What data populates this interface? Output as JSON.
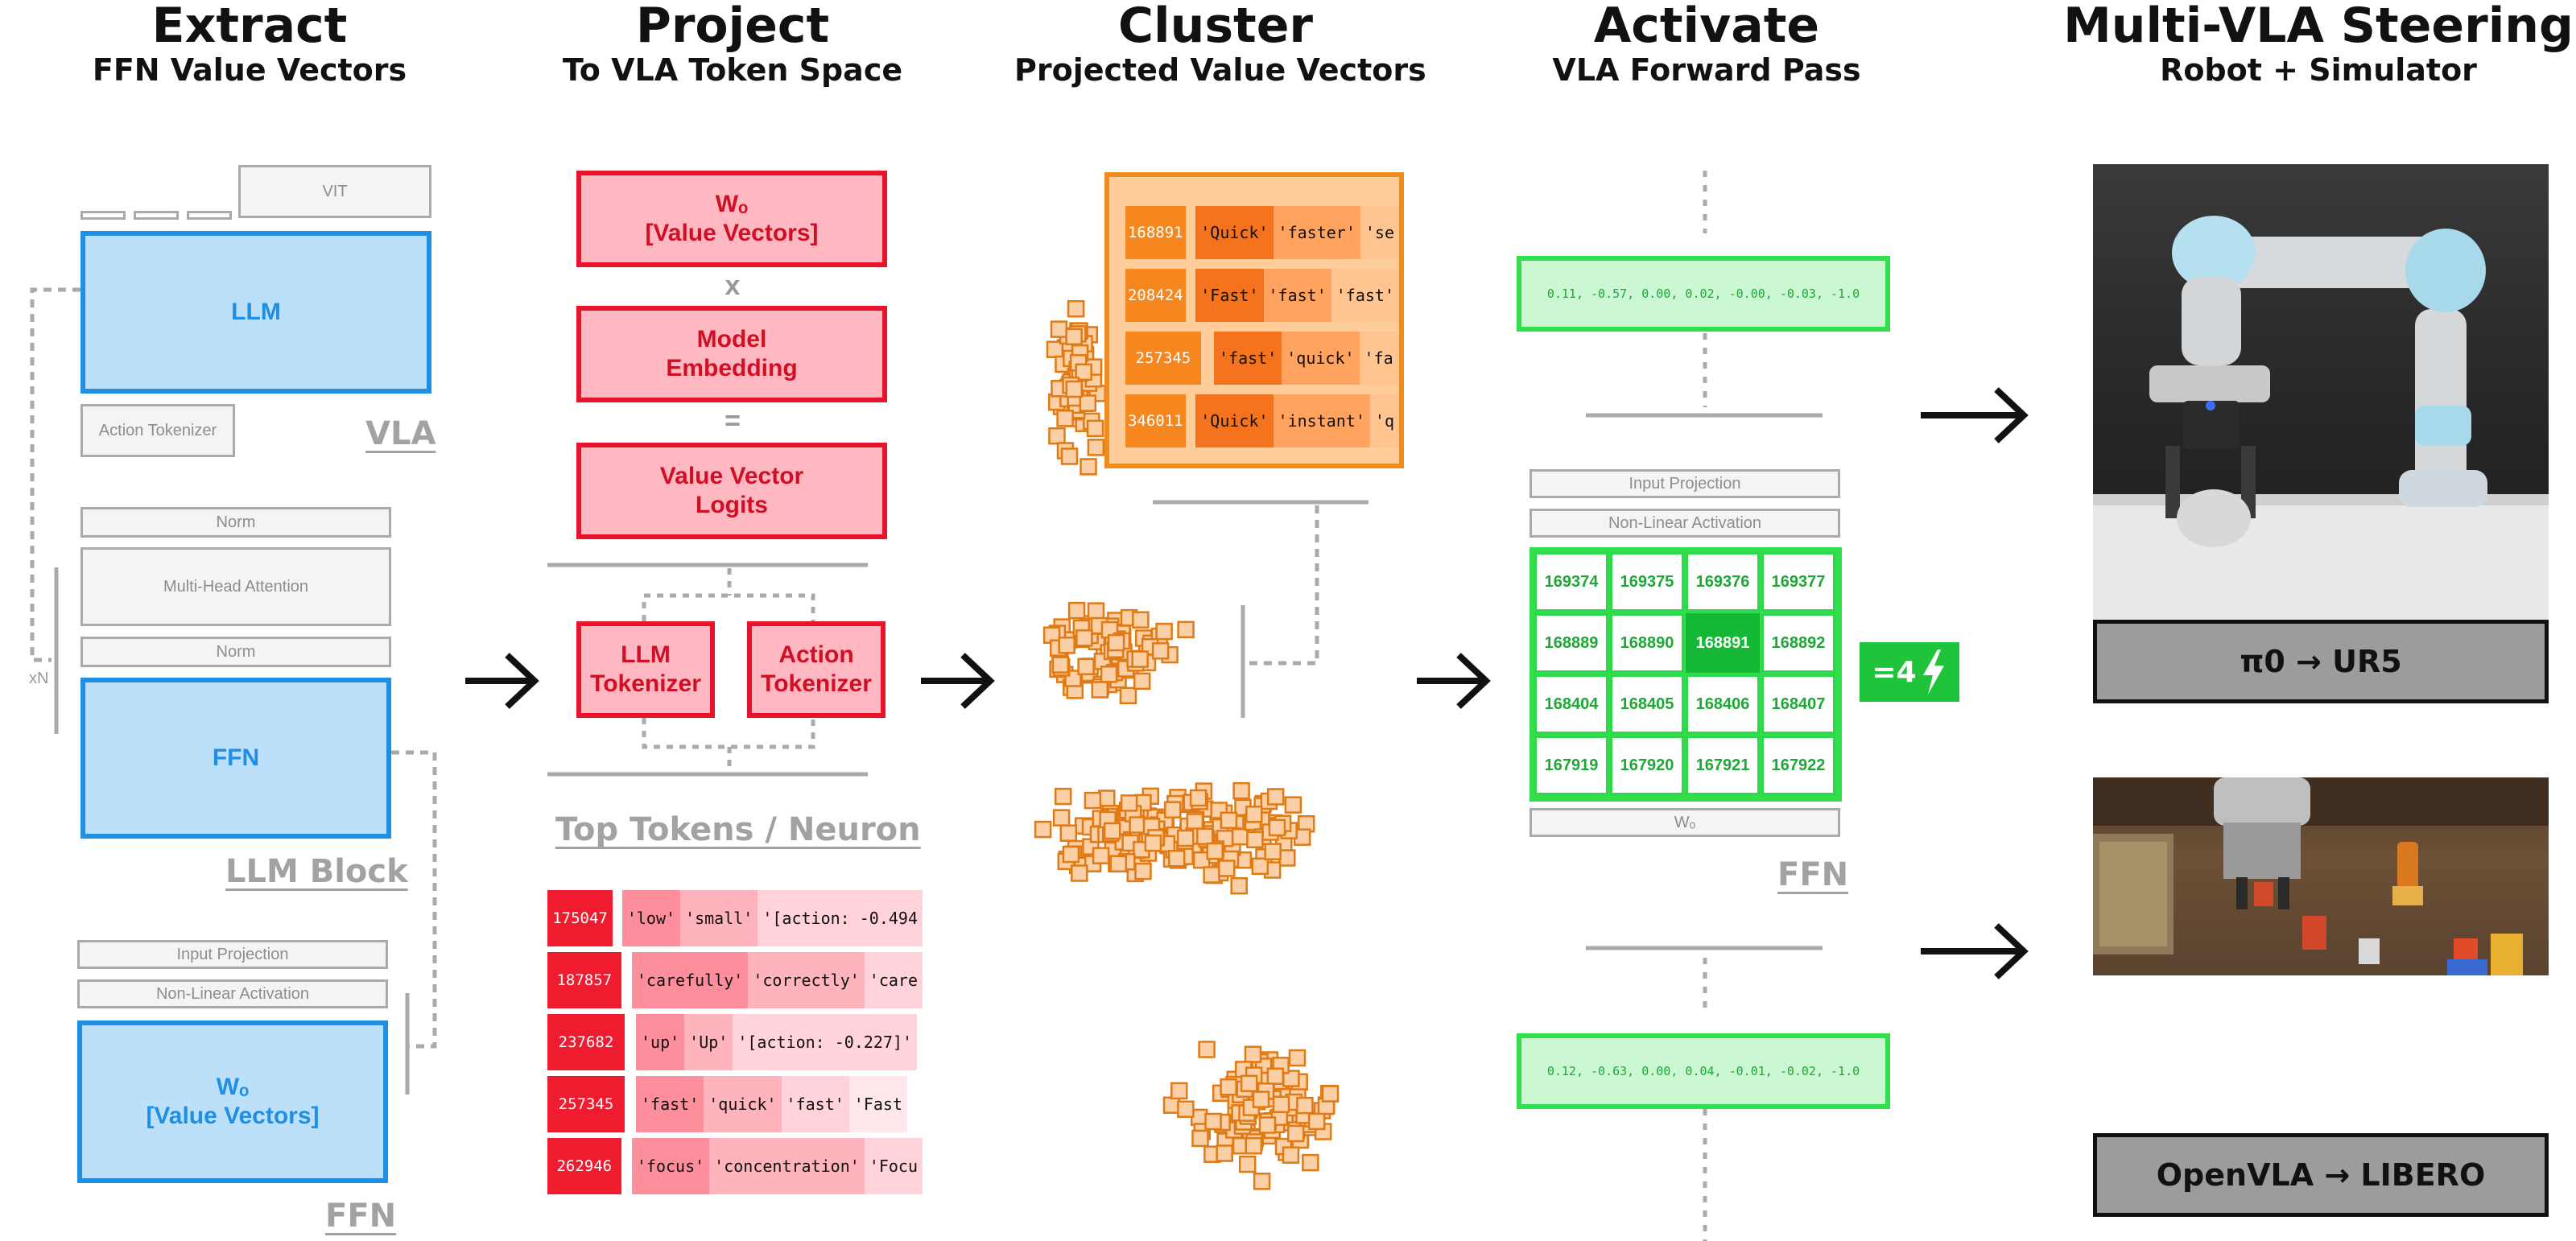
{
  "stages": [
    {
      "title": "Extract",
      "subtitle": "FFN Value Vectors"
    },
    {
      "title": "Project",
      "subtitle": "To VLA Token Space"
    },
    {
      "title": "Cluster",
      "subtitle": "Projected Value Vectors"
    },
    {
      "title": "Activate",
      "subtitle": "VLA Forward Pass"
    },
    {
      "title": "Multi-VLA Steering",
      "subtitle": "Robot + Simulator"
    }
  ],
  "extract": {
    "vit": "VIT",
    "llm": "LLM",
    "action_tokenizer": "Action Tokenizer",
    "vla_label": "VLA",
    "norm_top": "Norm",
    "mha": "Multi-Head Attention",
    "norm_bottom": "Norm",
    "xn": "xN",
    "ffn": "FFN",
    "llm_block_label": "LLM Block",
    "input_projection": "Input Projection",
    "nonlinear": "Non-Linear Activation",
    "wo_line1": "Wₒ",
    "wo_line2": "[Value Vectors]",
    "ffn_label": "FFN"
  },
  "project": {
    "wo_line1": "Wₒ",
    "wo_line2": "[Value Vectors]",
    "times": "x",
    "embed_line1": "Model",
    "embed_line2": "Embedding",
    "equals": "=",
    "logits_line1": "Value Vector",
    "logits_line2": "Logits",
    "llm_tok_line1": "LLM",
    "llm_tok_line2": "Tokenizer",
    "act_tok_line1": "Action",
    "act_tok_line2": "Tokenizer",
    "top_tokens_title": "Top Tokens / Neuron",
    "top_tokens": [
      {
        "id": "175047",
        "tokens": [
          "'low'",
          "'small'",
          "'[action: -0.494"
        ]
      },
      {
        "id": "187857",
        "tokens": [
          "'carefully'",
          "'correctly'",
          "'care"
        ]
      },
      {
        "id": "237682",
        "tokens": [
          "'up'",
          "'Up'",
          "'[action: -0.227]'"
        ]
      },
      {
        "id": "257345",
        "tokens": [
          "'fast'",
          "'quick'",
          "'fast'",
          "'Fast"
        ]
      },
      {
        "id": "262946",
        "tokens": [
          "'focus'",
          "'concentration'",
          "'Focu"
        ]
      }
    ]
  },
  "cluster": {
    "rows": [
      {
        "id": "168891",
        "tokens": [
          "'Quick'",
          "'faster'",
          "'se"
        ]
      },
      {
        "id": "208424",
        "tokens": [
          "'Fast'",
          "'fast'",
          "'fast'"
        ]
      },
      {
        "id": "257345",
        "tokens": [
          "'fast'",
          "'quick'",
          "'fa"
        ]
      },
      {
        "id": "346011",
        "tokens": [
          "'Quick'",
          "'instant'",
          "'q"
        ]
      }
    ]
  },
  "activate": {
    "vector_top": "0.11, -0.57, 0.00, 0.02, -0.00, -0.03, -1.0",
    "input_projection": "Input Projection",
    "nonlinear": "Non-Linear Activation",
    "grid": [
      [
        "169374",
        "169375",
        "169376",
        "169377"
      ],
      [
        "168889",
        "168890",
        "168891",
        "168892"
      ],
      [
        "168404",
        "168405",
        "168406",
        "168407"
      ],
      [
        "167919",
        "167920",
        "167921",
        "167922"
      ]
    ],
    "highlight": "168891",
    "set_value": "=4",
    "wo": "Wₒ",
    "ffn_label": "FFN",
    "vector_bottom": "0.12, -0.63, 0.00, 0.04, -0.01, -0.02, -1.0"
  },
  "steering": {
    "caption_top": "π0 → UR5",
    "caption_bottom": "OpenVLA → LIBERO"
  },
  "colors": {
    "blue": "#1f8fe6",
    "red": "#e8122a",
    "orange": "#f08c1e",
    "green": "#2fe04c"
  }
}
